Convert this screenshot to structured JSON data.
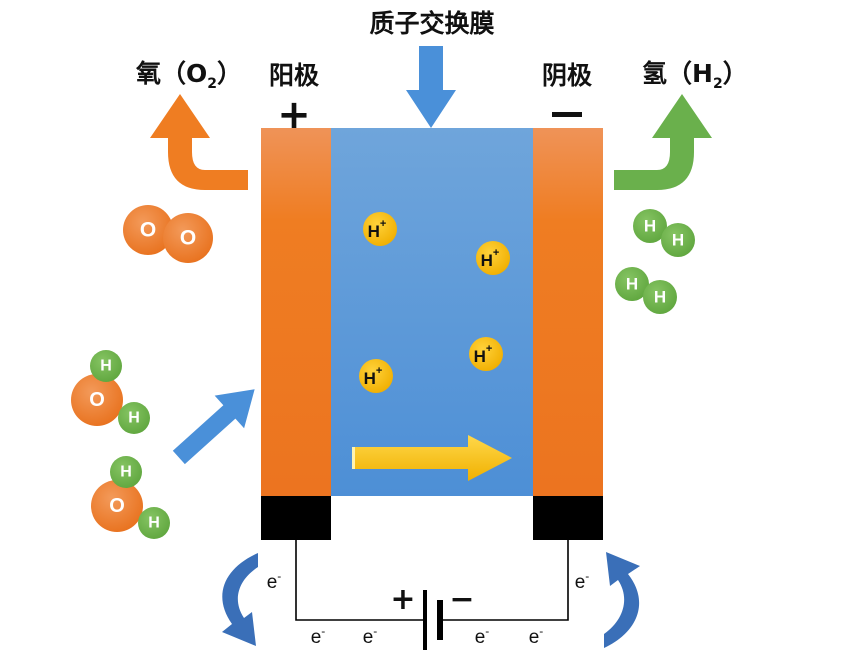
{
  "labels": {
    "membrane": "质子交换膜",
    "anode": "阳极",
    "cathode": "阴极",
    "oxygen_prefix": "氧（O",
    "oxygen_sub": "2",
    "oxygen_suffix": "）",
    "hydrogen_prefix": "氢（H",
    "hydrogen_sub": "2",
    "hydrogen_suffix": "）"
  },
  "signs": {
    "anode_sign": "+",
    "cathode_sign": "−",
    "battery_plus": "+",
    "battery_minus": "−"
  },
  "atoms": {
    "oxygen": "O",
    "hydrogen": "H"
  },
  "proton": {
    "base": "H",
    "sup": "+"
  },
  "electron": {
    "base": "e",
    "sup": "-"
  },
  "colors": {
    "orange": "#ef7d22",
    "green": "#6ab04c",
    "blue_membrane": "#5b9bd5",
    "blue_arrow": "#4a90d9",
    "yellow": "#f5b800",
    "dark_blue_arrow": "#2f5fa8",
    "black": "#000000"
  }
}
